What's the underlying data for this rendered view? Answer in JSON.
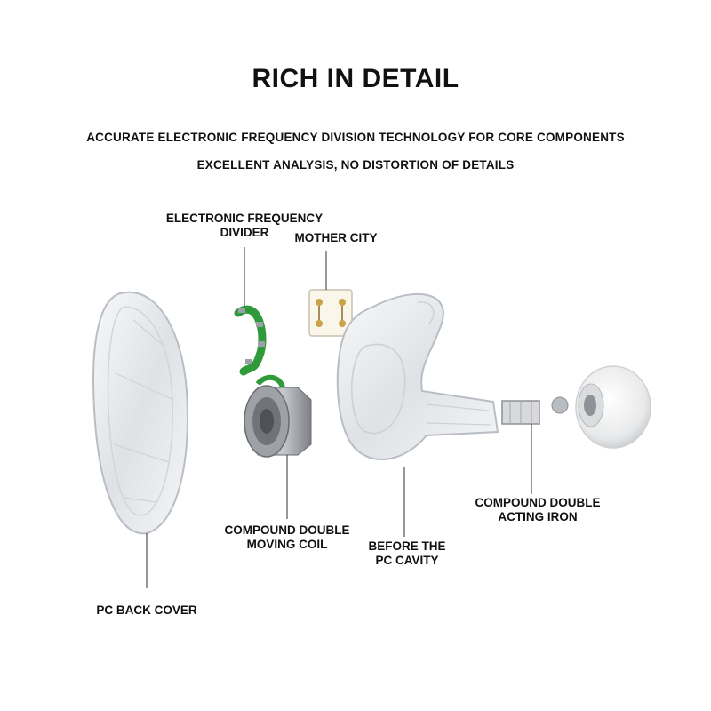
{
  "header": {
    "title": "RICH IN DETAIL",
    "subtitle_1": "ACCURATE ELECTRONIC FREQUENCY DIVISION TECHNOLOGY FOR CORE COMPONENTS",
    "subtitle_2": "EXCELLENT ANALYSIS, NO DISTORTION OF DETAILS"
  },
  "labels": {
    "divider_line1": "ELECTRONIC FREQUENCY",
    "divider_line2": "DIVIDER",
    "mother_city": "MOTHER CITY",
    "moving_coil_line1": "COMPOUND DOUBLE",
    "moving_coil_line2": "MOVING COIL",
    "cavity_line1": "BEFORE THE",
    "cavity_line2": "PC CAVITY",
    "iron_line1": "COMPOUND DOUBLE",
    "iron_line2": "ACTING IRON",
    "back_cover": "PC BACK COVER"
  },
  "colors": {
    "text": "#111111",
    "leader_line": "#444444",
    "pcb_green": "#2e9a3a",
    "shell_stroke": "#b9bec4",
    "metal": "#8d9096"
  }
}
